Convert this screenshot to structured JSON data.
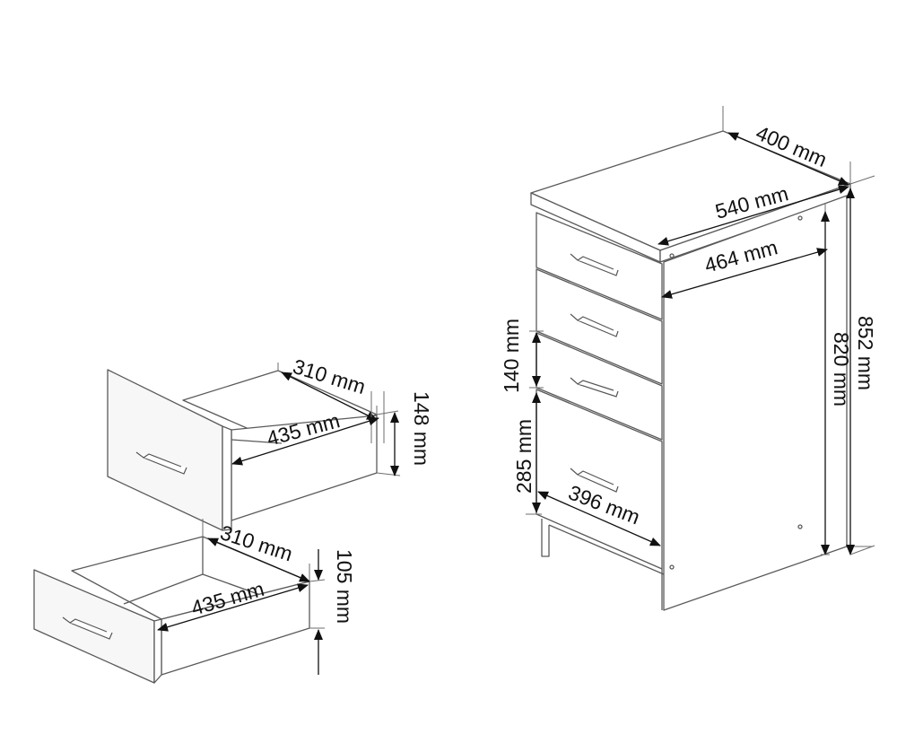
{
  "dimensions": {
    "cabinet": {
      "depth_top": "400 mm",
      "width_top": "540 mm",
      "inner_width": "464 mm",
      "height_total": "852 mm",
      "height_body": "820 mm",
      "drawer_front_small": "140 mm",
      "drawer_front_large": "285 mm",
      "drawer_width_bottom": "396 mm"
    },
    "drawer_upper": {
      "depth": "310 mm",
      "length": "435 mm",
      "height": "148 mm"
    },
    "drawer_lower": {
      "depth": "310 mm",
      "length": "435 mm",
      "height": "105 mm"
    }
  },
  "colors": {
    "line": "#5a5a5a",
    "dimension": "#111111",
    "background": "#ffffff"
  }
}
